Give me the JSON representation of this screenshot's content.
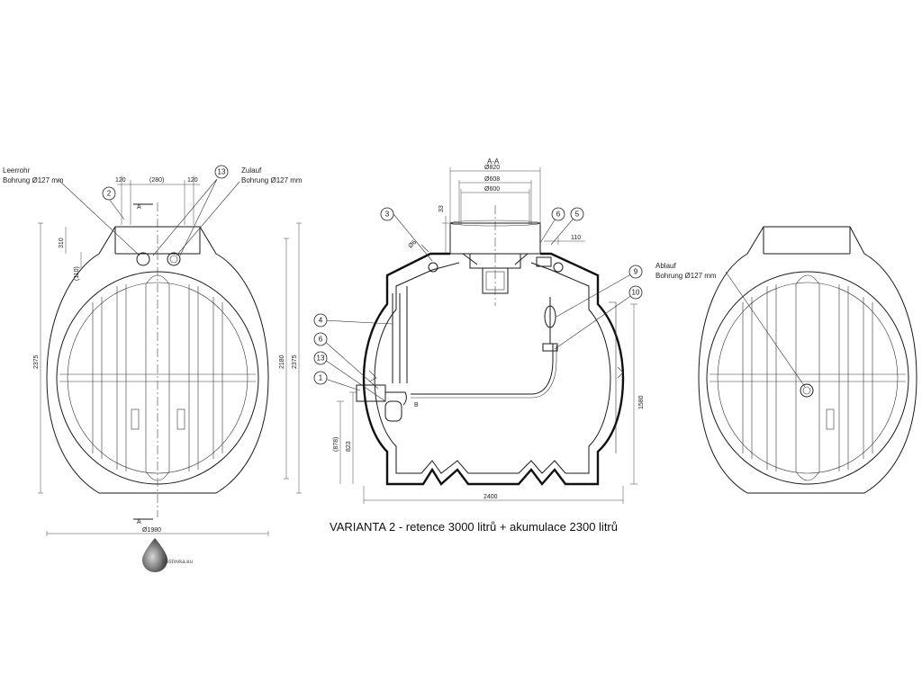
{
  "caption": "VARIANTA 2 - retence 3000 litrů + akumulace 2300 litrů",
  "logo": {
    "text": "Dešťovka.eu",
    "icon": "water-drop-icon"
  },
  "left_view": {
    "label_leerrohr": "Leerrohr",
    "label_bohrung_1": "Bohrung Ø127 mm",
    "label_zulauf": "Zulauf",
    "label_bohrung_2": "Bohrung Ø127 mm",
    "section_mark_top": "A",
    "section_mark_bottom": "A",
    "dim_120_left": "120",
    "dim_280": "(280)",
    "dim_120_right": "120",
    "dim_310": "310",
    "dim_110": "(110)",
    "dim_2375_left": "2375",
    "dim_2180": "2180",
    "dim_2375_right": "2375",
    "dim_1980": "Ø1980",
    "callouts": [
      "2",
      "13"
    ]
  },
  "section_view": {
    "title": "A-A",
    "dim_820": "Ø820",
    "dim_608": "Ø608",
    "dim_600": "Ø600",
    "dim_33": "33",
    "dim_6_angle": "Ø6",
    "dim_110": "110",
    "dim_1580": "1580",
    "dim_878": "(878)",
    "dim_823": "823",
    "dim_2400": "2400",
    "point_b": "B",
    "callouts": [
      "3",
      "6",
      "5",
      "9",
      "10",
      "4",
      "6",
      "13",
      "1"
    ]
  },
  "right_view": {
    "label_ablauf": "Ablauf",
    "label_bohrung": "Bohrung Ø127 mm"
  }
}
